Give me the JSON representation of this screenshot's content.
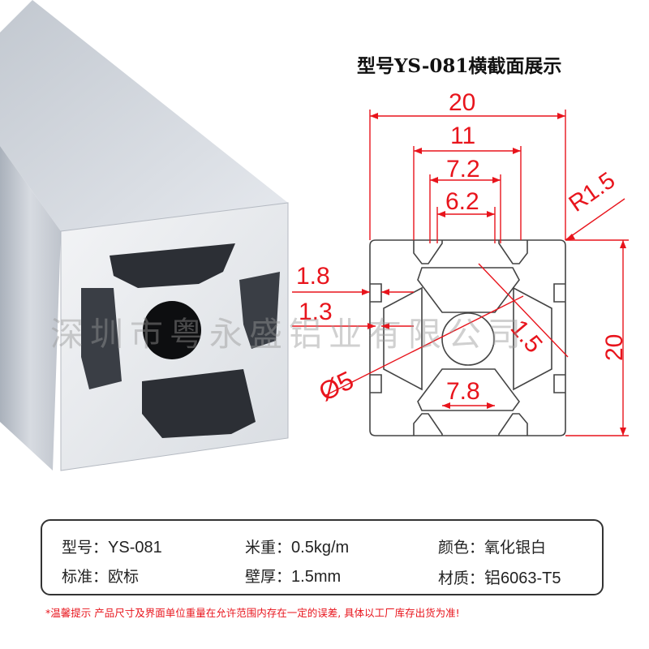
{
  "title": "型号YS-081横截面展示",
  "watermark": "深圳市粤永盛铝业有限公司",
  "dimensions": {
    "width_top": "20",
    "slot_outer": "11",
    "slot_mid": "7.2",
    "slot_inner": "6.2",
    "radius": "R1.5",
    "lip": "1.8",
    "lip_thin": "1.3",
    "wall": "1.5",
    "hole": "Ø5",
    "bottom": "7.8",
    "height": "20"
  },
  "specs": {
    "model_label": "型号：",
    "model_value": "YS-081",
    "weight_label": "米重：",
    "weight_value": "0.5kg/m",
    "color_label": "颜色：",
    "color_value": "氧化银白",
    "standard_label": "标准：",
    "standard_value": "欧标",
    "thickness_label": "壁厚：",
    "thickness_value": "1.5mm",
    "material_label": "材质：",
    "material_value": "铝6063-T5"
  },
  "note": "*温馨提示  产品尺寸及界面单位重量在允许范围内存在一定的误差, 具体以工厂库存出货为准!",
  "colors": {
    "dimension": "#e8141c",
    "outline": "#444444",
    "aluminum": "#c9ced6"
  }
}
